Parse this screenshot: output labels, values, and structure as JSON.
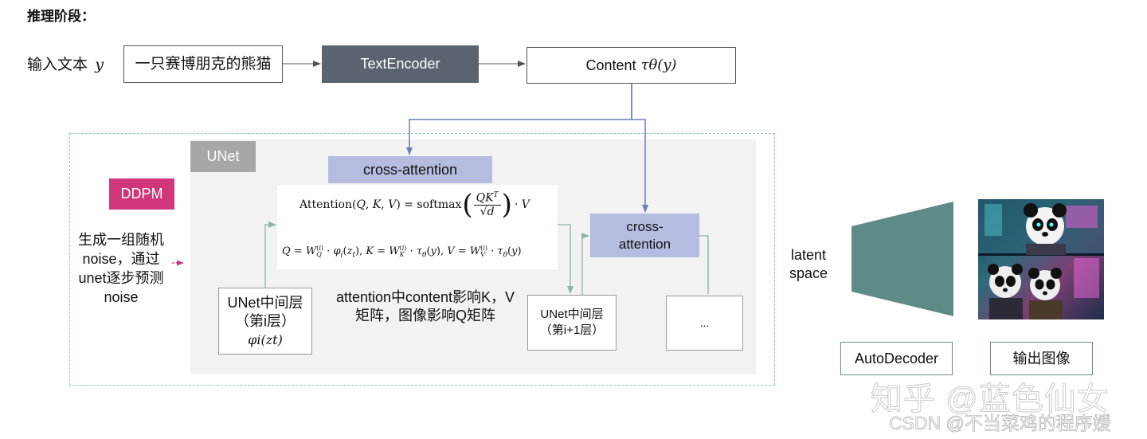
{
  "title": "推理阶段：",
  "input_label": "输入文本",
  "input_var": "y",
  "input_text": "一只赛博朋克的熊猫",
  "text_encoder": "TextEncoder",
  "content_label": "Content",
  "content_expr": "τθ(y)",
  "unet_label": "UNet",
  "ddpm_label": "DDPM",
  "noise_desc": "生成一组随机noise，通过unet逐步预测noise",
  "cross_attention_top": "cross-attention",
  "cross_attention_right": "cross-attention",
  "formula_attention": "Attention(Q, K, V) = softmax( QKᵀ / √d ) · V",
  "formula_qkv": "Q = W_Q^(i) · φi(zt), K = W_K^(i) · τθ(y), V = W_V^(i) · τθ(y)",
  "unet_layer_i": "UNet中间层（第i层）",
  "unet_layer_i_expr": "φi(zt)",
  "attention_note": "attention中content影响K，V矩阵，图像影响Q矩阵",
  "unet_layer_i1": "UNet中间层（第i+1层）",
  "ellipsis": "...",
  "latent_space": "latent space",
  "auto_decoder": "AutoDecoder",
  "output_image": "输出图像",
  "watermark_1": "知乎 @蓝色仙女",
  "watermark_2": "CSDN @不当菜鸡的程序媛",
  "colors": {
    "text_encoder_bg": "#5b6370",
    "ddpm_bg": "#d0377a",
    "cross_attention_bg": "#b4bce0",
    "unet_label_bg": "#a7a7a7",
    "unet_panel_bg": "#f2f2f2",
    "arrow_blue": "#6b7fb3",
    "arrow_green": "#8fb3a6",
    "decoder_trapezoid": "#5e8a87",
    "decoder_border": "#6b8f7e"
  }
}
